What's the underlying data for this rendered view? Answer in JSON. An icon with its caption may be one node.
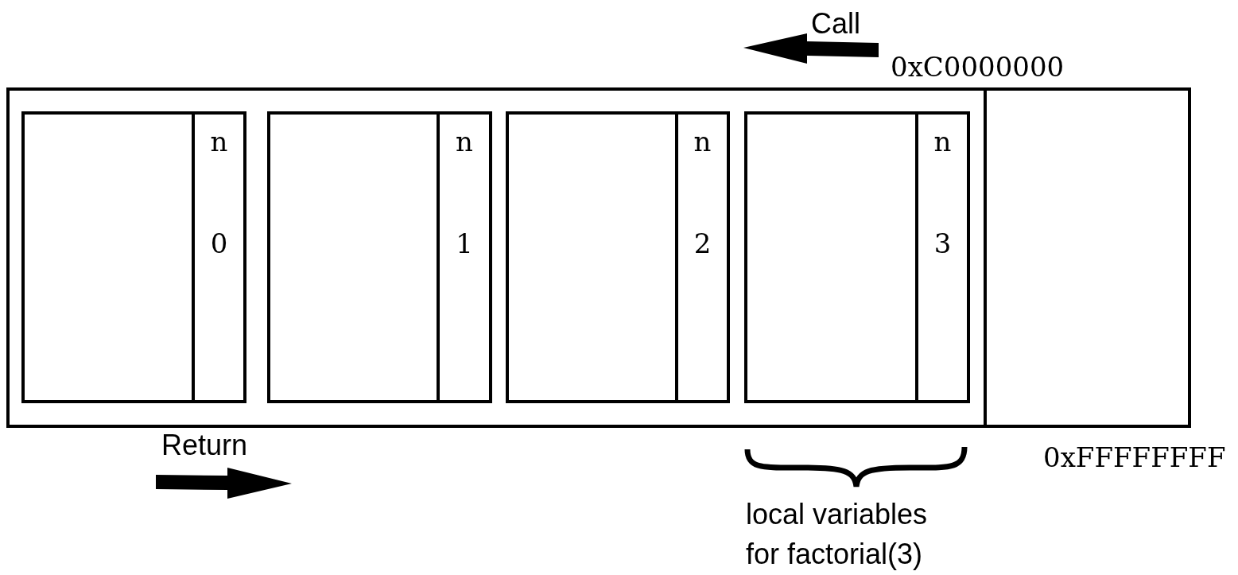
{
  "diagram": {
    "nodes": [
      {
        "text": [],
        "shape": "box"
      },
      {
        "text": [],
        "shape": "box",
        "in": 0
      },
      {
        "text": [
          "n",
          "0"
        ],
        "in": 1
      },
      {
        "text": [],
        "shape": "box",
        "in": 0
      },
      {
        "text": [
          "n",
          "1"
        ],
        "in": 3
      },
      {
        "text": [],
        "shape": "box",
        "in": 0
      },
      {
        "text": [
          "n",
          "2"
        ],
        "in": 5
      },
      {
        "text": [],
        "shape": "box",
        "in": 0
      },
      {
        "text": [
          "n",
          "3"
        ],
        "in": 7
      },
      {
        "text": [],
        "shape": "box",
        "beside": [
          "0xFFFFFFFF"
        ]
      }
    ],
    "edges": [],
    "labels": [
      "Call",
      "0xC0000000",
      "Return",
      "local variables for factorial(3)"
    ]
  }
}
